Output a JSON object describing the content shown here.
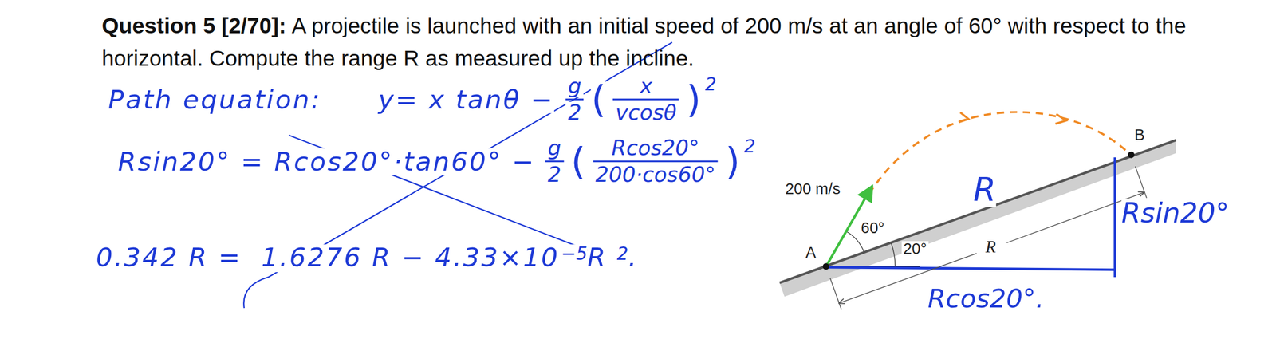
{
  "diagram": {
    "labels": [
      "Question 5 [2/70]:",
      "A projectile is launched with an initial speed of 200 m/s at an angle of 60° with respect to the horizontal. Compute the range R as measured up the incline.",
      "Path equation:",
      "y= x tanθ −",
      "g",
      "2",
      "(",
      "x",
      "vcosθ",
      ")",
      "2",
      "Rsin20° = Rcos20°·tan60° −",
      "g",
      "2",
      "(",
      "Rcos20°",
      "200·cos60°",
      ")",
      "2",
      "0.342 R =",
      "1.6276 R − 4.33×10",
      "−5",
      "R",
      "2",
      ".",
      "200 m/s",
      "60°",
      "A",
      "20°",
      "R",
      "B",
      "R",
      "Rsin20°",
      "Rcos20°."
    ]
  }
}
